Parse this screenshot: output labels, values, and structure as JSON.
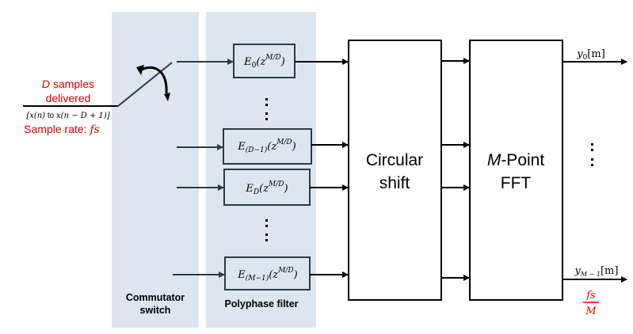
{
  "panels": {
    "commutator_label_line1": "Commutator",
    "commutator_label_line2": "switch",
    "polyphase_label": "Polyphase filter"
  },
  "input": {
    "samples_line1_var": "D",
    "samples_line1_text": " samples",
    "samples_line2": "delivered",
    "range_open": "[x(n)",
    "range_to": " to ",
    "range_close": "x(n − D + 1)]",
    "sample_rate_label": "Sample rate: ",
    "sample_rate_var": "fs"
  },
  "filters": [
    {
      "base": "E",
      "sub": "0",
      "arg_open": "(z",
      "sup": "M/D",
      "arg_close": ")"
    },
    {
      "base": "E",
      "sub": "(D−1)",
      "arg_open": "(z",
      "sup": "M/D",
      "arg_close": ")"
    },
    {
      "base": "E",
      "sub": "D",
      "arg_open": "(z",
      "sup": "M/D",
      "arg_close": ")"
    },
    {
      "base": "E",
      "sub": "(M−1)",
      "arg_open": "(z",
      "sup": "M/D",
      "arg_close": ")"
    }
  ],
  "blocks": {
    "circular_shift_line1": "Circular",
    "circular_shift_line2": "shift",
    "fft_var": "M",
    "fft_line1_rest": "-Point",
    "fft_line2": "FFT"
  },
  "outputs": {
    "first_base": "y",
    "first_sub": "0",
    "first_arg": "[m]",
    "last_base": "y",
    "last_sub": "M − 1",
    "last_arg": "[m]",
    "rate_numerator": "fs",
    "rate_denominator": "M"
  },
  "colors": {
    "accent_red": "#e00000",
    "panel_fill": "#dce6f0"
  }
}
